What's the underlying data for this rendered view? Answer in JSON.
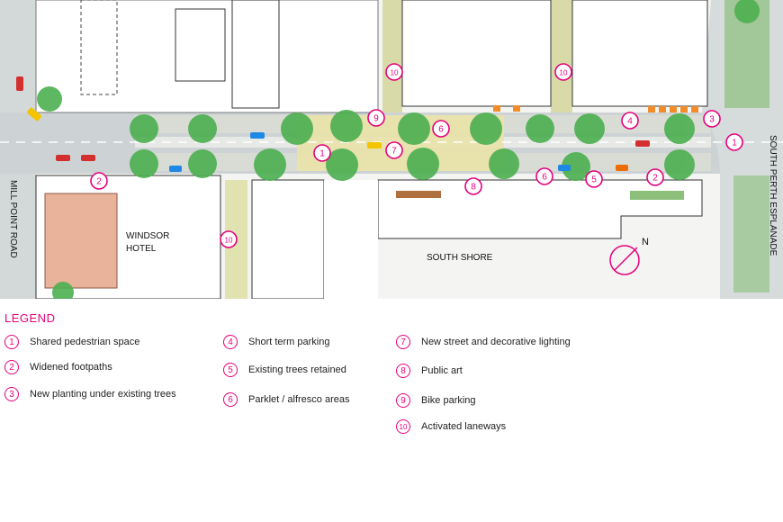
{
  "map": {
    "places": {
      "windsor_line1": "WINDSOR",
      "windsor_line2": "HOTEL",
      "south_shore": "SOUTH SHORE",
      "mill_point_road": "MILL POINT ROAD",
      "south_perth_esplanade": "SOUTH PERTH ESPLANADE",
      "north": "N"
    },
    "markers": [
      {
        "id": "m1a",
        "number": "1"
      },
      {
        "id": "m1b",
        "number": "1"
      },
      {
        "id": "m2a",
        "number": "2"
      },
      {
        "id": "m2b",
        "number": "2"
      },
      {
        "id": "m3",
        "number": "3"
      },
      {
        "id": "m4",
        "number": "4"
      },
      {
        "id": "m5",
        "number": "5"
      },
      {
        "id": "m6a",
        "number": "6"
      },
      {
        "id": "m6b",
        "number": "6"
      },
      {
        "id": "m7",
        "number": "7"
      },
      {
        "id": "m8",
        "number": "8"
      },
      {
        "id": "m9",
        "number": "9"
      },
      {
        "id": "m10a",
        "number": "10"
      },
      {
        "id": "m10b",
        "number": "10"
      },
      {
        "id": "m10c",
        "number": "10"
      }
    ],
    "colors": {
      "accent": "#e6007e",
      "road": "#c9cfd1",
      "tree": "#4caf50",
      "building": "#ffffff",
      "hotel_roof": "#e8b39a"
    }
  },
  "legend": {
    "title": "LEGEND",
    "items": [
      {
        "number": "1",
        "label": "Shared pedestrian space"
      },
      {
        "number": "2",
        "label": "Widened footpaths"
      },
      {
        "number": "3",
        "label": "New planting under existing trees"
      },
      {
        "number": "4",
        "label": "Short term parking"
      },
      {
        "number": "5",
        "label": "Existing trees retained"
      },
      {
        "number": "6",
        "label": "Parklet / alfresco areas"
      },
      {
        "number": "7",
        "label": "New street and decorative lighting"
      },
      {
        "number": "8",
        "label": "Public art"
      },
      {
        "number": "9",
        "label": "Bike parking"
      },
      {
        "number": "10",
        "label": "Activated laneways"
      }
    ]
  }
}
